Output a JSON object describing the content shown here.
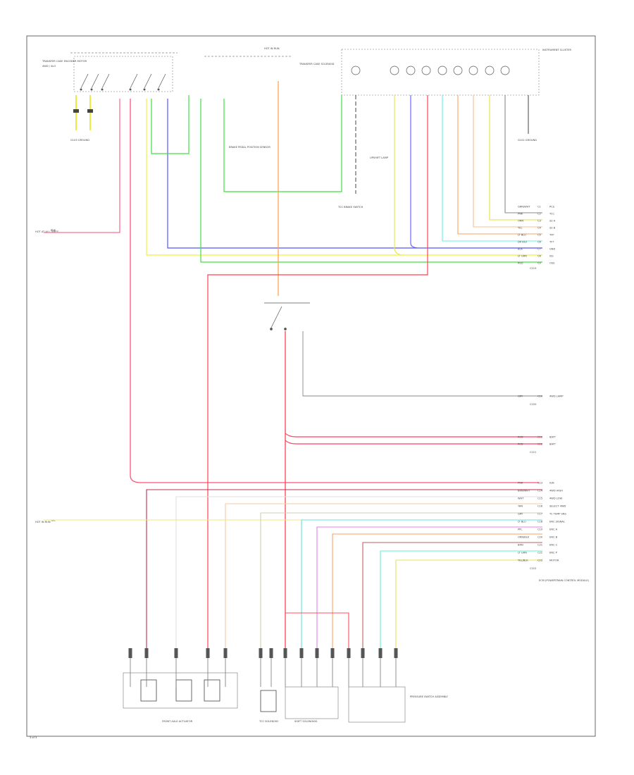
{
  "diagram": {
    "page_number": "3 of 3",
    "components": {
      "transfer_case_switch_label": "TRANSFER CASE ENCODER MOTOR",
      "transfer_case_switch_sub": "4WD / 4LO",
      "hot_in_run_label": "HOT IN RUN",
      "instrument_cluster_label": "INSTRUMENT CLUSTER",
      "transfer_case_solenoid_label": "TRANSFER CASE SOLENOID",
      "ground_label_left": "G103 GROUND",
      "ground_label_right": "G102 GROUND",
      "brake_switch_label": "BRAKE PEDAL POSITION SENSOR",
      "tcc_brake_label": "TCC BRAKE SWITCH",
      "upshift_lamp_label": "UPSHIFT LAMP",
      "ecm_label": "ECM (POWERTRAIN CONTROL MODULE)",
      "front_axle_label": "FRONT AXLE ACTUATOR",
      "shift_solenoid_label": "SHIFT SOLENOIDS",
      "tcc_solenoid_label": "TCC SOLENOID",
      "pressure_switch_label": "PRESSURE SWITCH ASSEMBLY",
      "left_note_a": "HOT AT ALL TIMES",
      "left_note_b": "HOT IN RUN"
    },
    "connector_rows_top": [
      {
        "wire": "GRN/WHT",
        "pin": "C1",
        "sig": "PCS"
      },
      {
        "wire": "PNK",
        "pin": "C2",
        "sig": "TCC"
      },
      {
        "wire": "ORN",
        "pin": "C3",
        "sig": "SS A"
      },
      {
        "wire": "YEL",
        "pin": "C4",
        "sig": "SS B"
      },
      {
        "wire": "LT BLU",
        "pin": "C5",
        "sig": "TFP"
      },
      {
        "wire": "DK BLU",
        "pin": "C6",
        "sig": "TFT"
      },
      {
        "wire": "BLK",
        "pin": "C7",
        "sig": "GND"
      },
      {
        "wire": "LT GRN",
        "pin": "C8",
        "sig": "ISS"
      },
      {
        "wire": "RED",
        "pin": "C9",
        "sig": "OSS"
      }
    ],
    "connector_rows_mid": [
      {
        "wire": "GRY",
        "pin": "C10",
        "sig": "4WD LAMP"
      }
    ],
    "connector_rows_batt": [
      {
        "wire": "RED",
        "pin": "C11",
        "sig": "BATT"
      },
      {
        "wire": "RED",
        "pin": "C12",
        "sig": "BATT"
      }
    ],
    "connector_rows_bottom": [
      {
        "wire": "PNK",
        "pin": "C13",
        "sig": "IGN"
      },
      {
        "wire": "BRN/WHT",
        "pin": "C14",
        "sig": "4WD HIGH"
      },
      {
        "wire": "WHT",
        "pin": "C15",
        "sig": "4WD LOW"
      },
      {
        "wire": "TAN",
        "pin": "C16",
        "sig": "SELECT 4WD"
      },
      {
        "wire": "GRY",
        "pin": "C17",
        "sig": "TC TEMP SNS"
      },
      {
        "wire": "LT BLU",
        "pin": "C18",
        "sig": "ENC SIGNAL"
      },
      {
        "wire": "PPL",
        "pin": "C19",
        "sig": "ENC A"
      },
      {
        "wire": "ORN/BLK",
        "pin": "C20",
        "sig": "ENC B"
      },
      {
        "wire": "BRN",
        "pin": "C21",
        "sig": "ENC C"
      },
      {
        "wire": "LT GRN",
        "pin": "C22",
        "sig": "ENC P"
      },
      {
        "wire": "YEL/BLK",
        "pin": "C23",
        "sig": "MOTOR"
      }
    ],
    "connector_id_top": "C219",
    "connector_id_mid": "C220",
    "connector_id_batt": "C221",
    "connector_id_bottom": "C222",
    "wire_label_left_top": "PNK",
    "wire_label_left_bottom": "YEL"
  }
}
